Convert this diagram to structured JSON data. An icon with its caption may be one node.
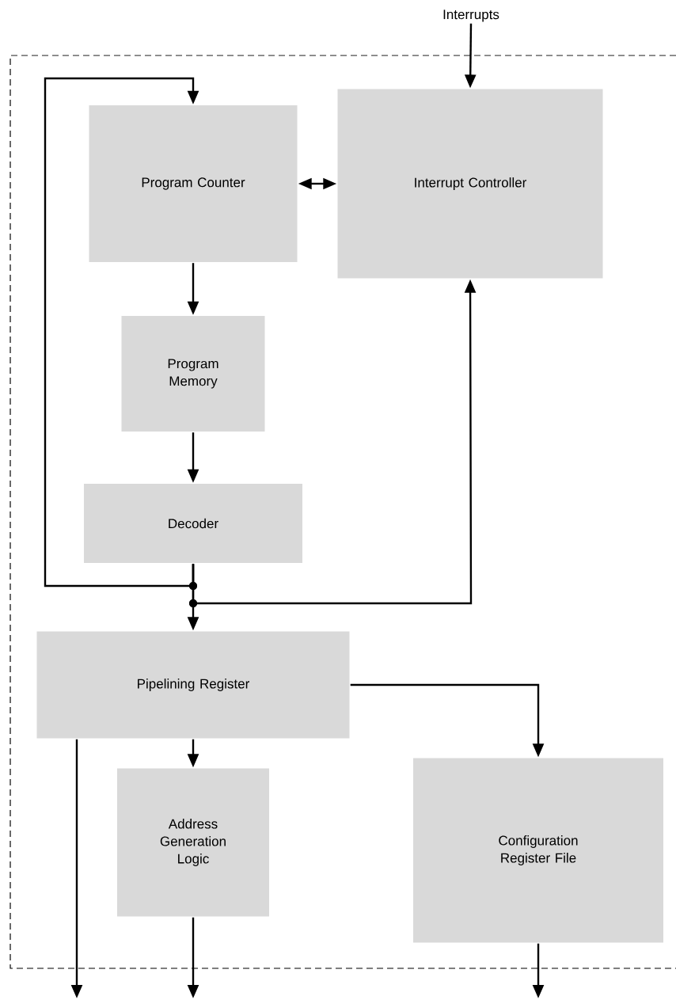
{
  "diagram": {
    "nodes": [
      {
        "text": [
          "Interrupts"
        ]
      },
      {
        "text": [
          "Program Counter"
        ]
      },
      {
        "text": [
          "Interrupt Controller"
        ]
      },
      {
        "text": [
          "Program Memory"
        ]
      },
      {
        "text": [
          "Decoder"
        ]
      },
      {
        "text": [
          "Pipelining Register"
        ]
      },
      {
        "text": [
          "Address Generation Logic"
        ]
      },
      {
        "text": [
          "Configuration Register File"
        ]
      }
    ],
    "edges": [
      {
        "from": 0,
        "to": 2,
        "arrow": "to"
      },
      {
        "from": 1,
        "to": 2,
        "arrow": "both"
      },
      {
        "from": 1,
        "to": 3,
        "arrow": "to"
      },
      {
        "from": 3,
        "to": 4,
        "arrow": "to"
      },
      {
        "from": 4,
        "to": 1,
        "arrow": "to"
      },
      {
        "from": 4,
        "to": 5,
        "arrow": "to"
      },
      {
        "from": 4,
        "to": 2,
        "arrow": "to"
      },
      {
        "from": 5,
        "to": 7,
        "arrow": "to"
      },
      {
        "from": 5,
        "to": 6,
        "arrow": "to"
      },
      {
        "from": 5,
        "to": null,
        "arrow": "to"
      },
      {
        "from": 6,
        "to": null,
        "arrow": "to"
      },
      {
        "from": 7,
        "to": null,
        "arrow": "to"
      }
    ]
  }
}
